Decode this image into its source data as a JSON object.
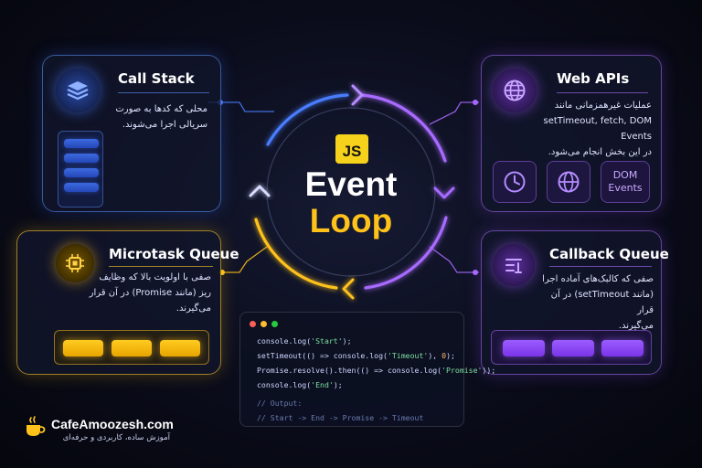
{
  "center": {
    "js_badge": "JS",
    "title_line1": "Event",
    "title_line2": "Loop"
  },
  "call_stack": {
    "title": "Call Stack",
    "desc_line1": "محلی که کدها به صورت",
    "desc_line2": "سریالی اجرا می‌شوند."
  },
  "web_apis": {
    "title": "Web APIs",
    "desc_line1": "عملیات غیرهمزمانی مانند",
    "desc_line2": "setTimeout, fetch, DOM Events",
    "desc_line3": "در این بخش انجام می‌شود.",
    "tile_dom_line1": "DOM",
    "tile_dom_line2": "Events"
  },
  "microtask_queue": {
    "title": "Microtask Queue",
    "desc_line1": "صفی با اولویت بالا که وظایف",
    "desc_line2": "ریز (مانند Promise) در آن قرار",
    "desc_line3": "می‌گیرند."
  },
  "callback_queue": {
    "title": "Callback Queue",
    "desc_line1": "صفی که کالبک‌های آماده اجرا",
    "desc_line2": "(مانند setTimeout) در آن قرار",
    "desc_line3": "می‌گیرند."
  },
  "code": {
    "line1_a": "console.log(",
    "line1_s": "'Start'",
    "line1_b": ");",
    "line2_a": "setTimeout(() => console.log(",
    "line2_s": "'Timeout'",
    "line2_b": "), ",
    "line2_n": "0",
    "line2_c": ");",
    "line3_a": "Promise.resolve().then(() => console.log(",
    "line3_s": "'Promise'",
    "line3_b": "));",
    "line4_a": "console.log(",
    "line4_s": "'End'",
    "line4_b": ");",
    "comment1": "// Output:",
    "comment2": "// Start -> End -> Promise -> Timeout"
  },
  "brand": {
    "name": "CafeAmoozesh.com",
    "tagline": "آموزش ساده، کاربردی و حرفه‌ای"
  },
  "colors": {
    "blue": "#4a7dff",
    "purple": "#a86bff",
    "yellow": "#ffc21a",
    "window_red": "#ff5f57",
    "window_yellow": "#febc2e",
    "window_green": "#28c840"
  },
  "icons": {
    "call_stack": "layers-icon",
    "web_apis": "globe-icon",
    "microtask": "chip-icon",
    "callback": "queue-list-icon",
    "tile1": "clock-icon",
    "tile2": "globe-icon",
    "brand": "coffee-cup-icon"
  }
}
